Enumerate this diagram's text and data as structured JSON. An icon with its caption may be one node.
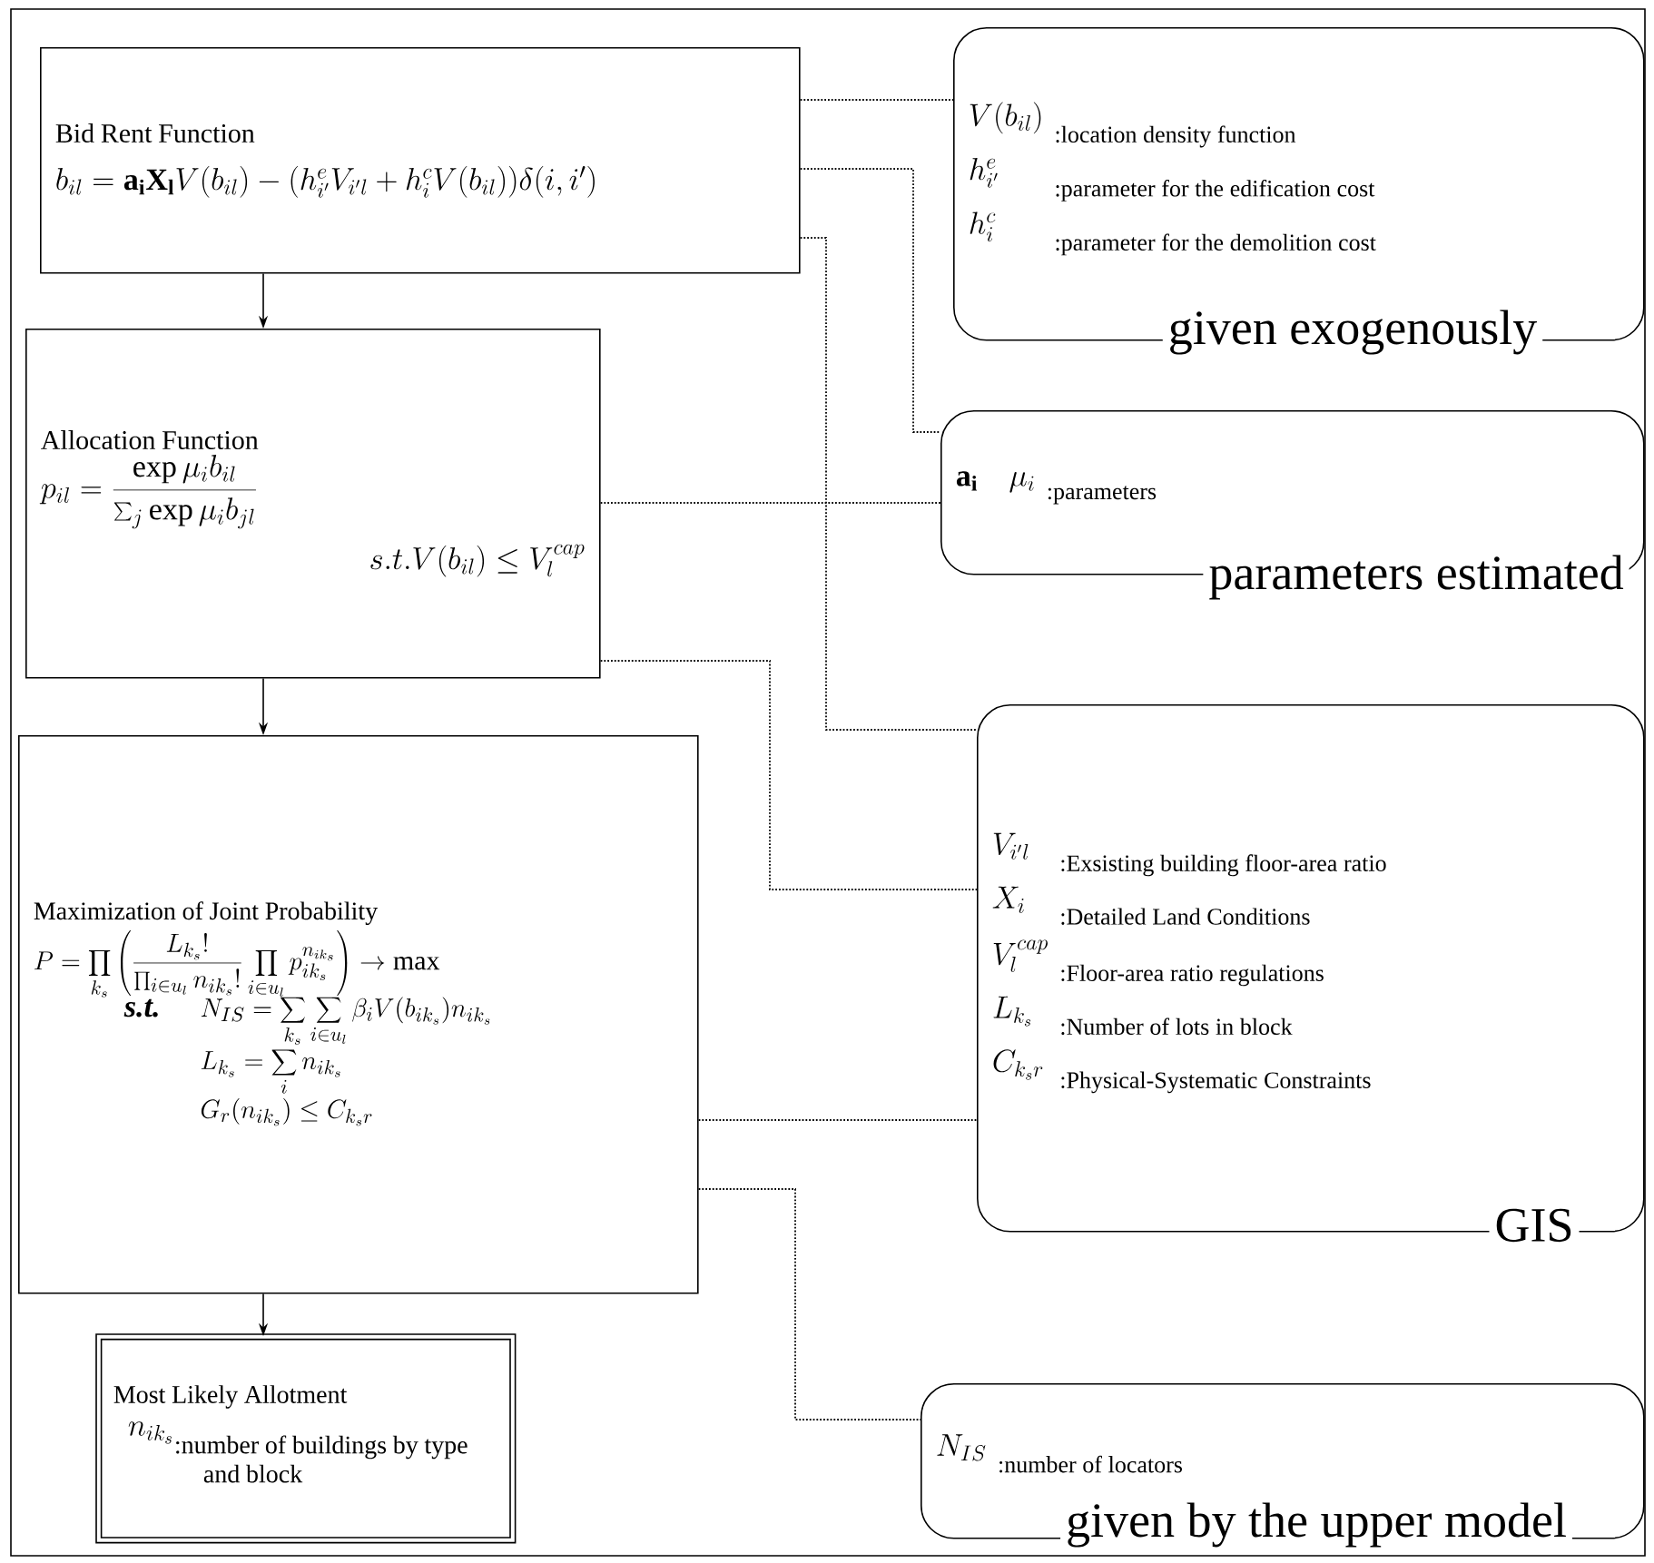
{
  "diagram": {
    "nodes": [
      {
        "text": [
          "Bid Rent Function",
          "b_{il}=\\mathbf{a}_{\\mathbf{i}}\\mathbf{X}_{\\mathbf{l}}V(b_{il})-(h^{e}_{i'}V_{i'l}+h^{c}_{i}V(b_{il}))\\delta(i,i')"
        ]
      },
      {
        "text": [
          "Allocation Function",
          "p_{il}=\\frac{\\exp\\mu_i b_{il}}{\\sum_{j}\\exp\\mu_i b_{jl}}",
          "s.t.V(b_{il})\\le V_{l}^{cap}"
        ]
      },
      {
        "text": [
          "Maximization of Joint Probability",
          "P=\\prod_{k_s}\\left(\\frac{L_{k_s}!}{\\prod_{i\\in u_l}n_{ik_s}!}\\prod_{i\\in u_l}p_{ik_s}^{n_{ik_s}}\\right)\\rightarrow\\max",
          "s.t.",
          "N_{IS}=\\sum_{k_s}\\sum_{i\\in u_l}\\beta_i V(b_{ik_s})n_{ik_s}",
          "L_{k_s}=\\sum_{i}n_{ik_s}",
          "G_r(n_{ik_s})\\le C_{k_s r}"
        ]
      },
      {
        "text": [
          "Most Likely Allotment",
          "n_{ik_s}",
          ":number of buildings by type and block"
        ]
      },
      {
        "text": [
          "V(b_{il})",
          ":location density function",
          "h^{e}_{i'}",
          ":parameter for the edification cost",
          "h^{c}_{i}",
          ":parameter for the demolition cost",
          "given exogenously"
        ]
      },
      {
        "text": [
          "\\mathbf{a}_{\\mathbf{i}}",
          "\\mu_i",
          ":parameters",
          "parameters estimated"
        ]
      },
      {
        "text": [
          "V_{i'l}",
          ":Exsisting building floor-area ratio",
          "X_i",
          ":Detailed Land Conditions",
          "V_{l}^{cap}",
          ":Floor-area ratio regulations",
          "L_{k_s}",
          ":Number of lots in block",
          "C_{k_s r}",
          ":Physical-Systematic Constraints",
          "GIS"
        ]
      },
      {
        "text": [
          "N_{IS}",
          ":number of locators",
          "given by the upper model"
        ]
      }
    ],
    "edges": [
      {
        "from": 0,
        "to": 1,
        "arrow": "to"
      },
      {
        "from": 1,
        "to": 2,
        "arrow": "to"
      },
      {
        "from": 2,
        "to": 3,
        "arrow": "to"
      },
      {
        "from": 0,
        "to": 4,
        "arrow": "none",
        "style": "dashed"
      },
      {
        "from": 0,
        "to": 5,
        "arrow": "none",
        "style": "dashed"
      },
      {
        "from": 0,
        "to": 6,
        "arrow": "none",
        "style": "dashed"
      },
      {
        "from": 1,
        "to": 5,
        "arrow": "none",
        "style": "dashed"
      },
      {
        "from": 1,
        "to": 6,
        "arrow": "none",
        "style": "dashed"
      },
      {
        "from": 2,
        "to": 6,
        "arrow": "none",
        "style": "dashed"
      },
      {
        "from": 2,
        "to": 7,
        "arrow": "none",
        "style": "dashed"
      }
    ]
  }
}
